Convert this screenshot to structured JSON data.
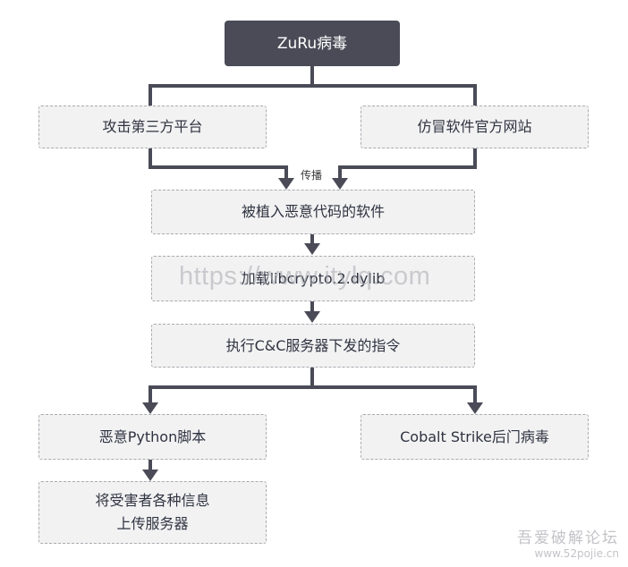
{
  "nodes": {
    "root": "ZuRu病毒",
    "third_party": "攻击第三方平台",
    "fake_site": "仿冒软件官方网站",
    "implanted": "被植入恶意代码的软件",
    "load_lib": "加载libcrypto.2.dylib",
    "execute_cc": "执行C&C服务器下发的指令",
    "python_script": "恶意Python脚本",
    "cobalt": "Cobalt Strike后门病毒",
    "upload_line1": "将受害者各种信息",
    "upload_line2": "上传服务器"
  },
  "edge_label": "传播",
  "watermark": "https://www.itylq.com",
  "corner_watermark": {
    "line1": "吾爱破解论坛",
    "line2": "www.52pojie.cn"
  },
  "colors": {
    "connector": "#4a4b57",
    "root_fill": "#4a4b57",
    "node_fill": "#f2f2f3",
    "node_border": "#a9abb0"
  }
}
